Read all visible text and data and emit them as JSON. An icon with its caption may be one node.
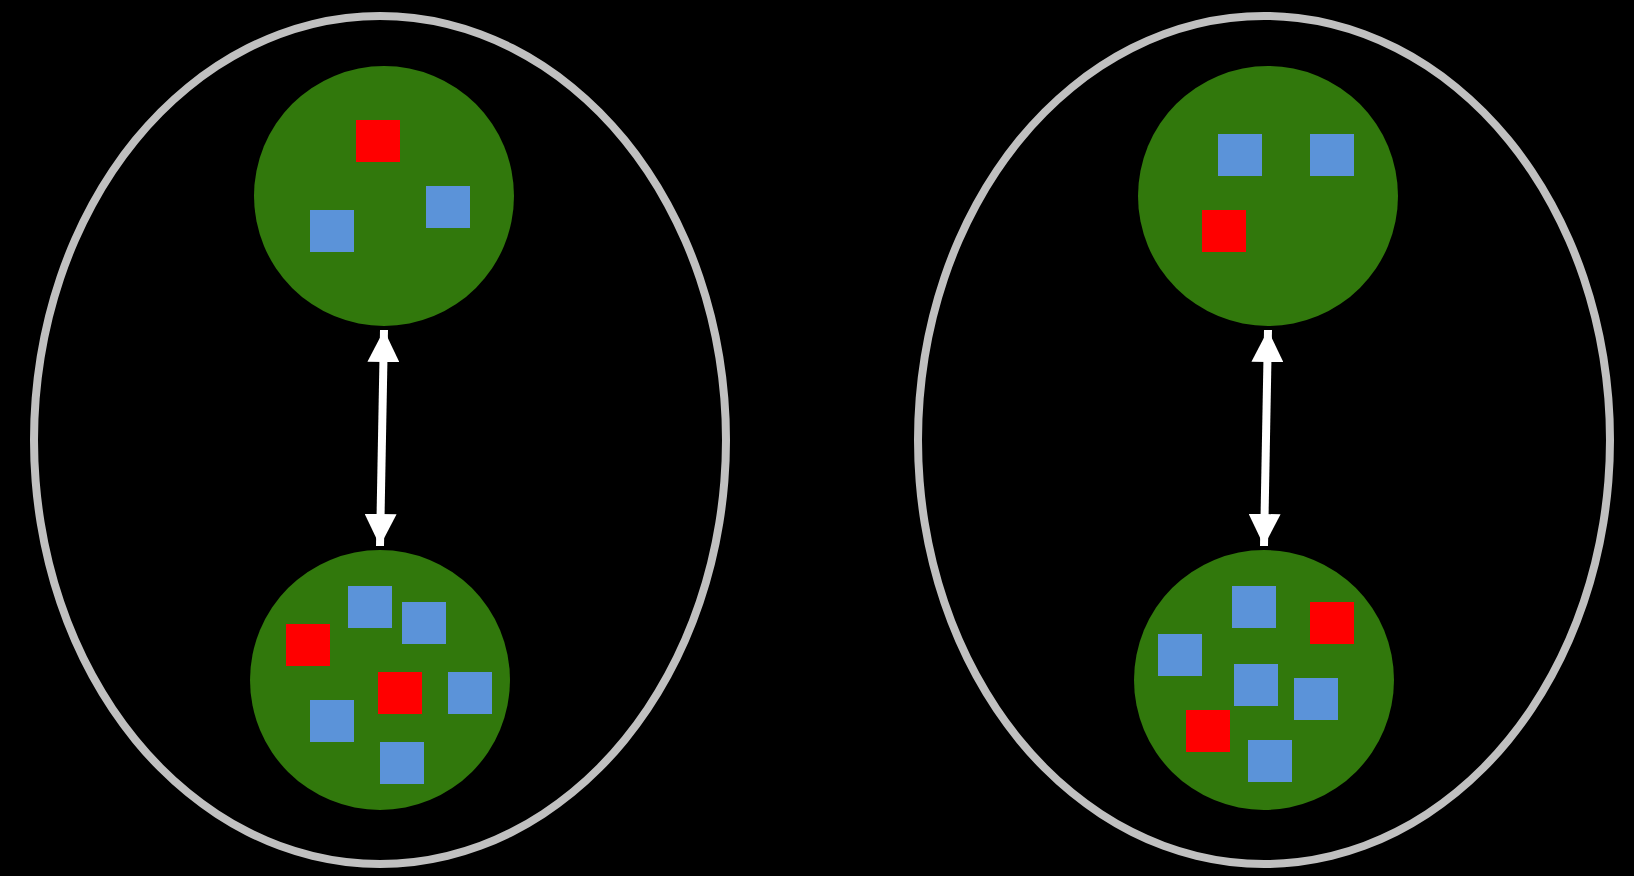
{
  "diagram": {
    "nodes": [
      {
        "text": [],
        "shape": "ellipse"
      },
      {
        "text": [],
        "shape": "circle",
        "in": 0
      },
      {
        "text": [],
        "shape": "circle",
        "in": 0
      },
      {
        "text": [],
        "shape": "ellipse"
      },
      {
        "text": [],
        "shape": "circle",
        "in": 3
      },
      {
        "text": [],
        "shape": "circle",
        "in": 3
      }
    ],
    "edges": [
      {
        "from": 1,
        "to": 2,
        "arrow": "both"
      },
      {
        "from": 4,
        "to": 5,
        "arrow": "both"
      }
    ]
  }
}
